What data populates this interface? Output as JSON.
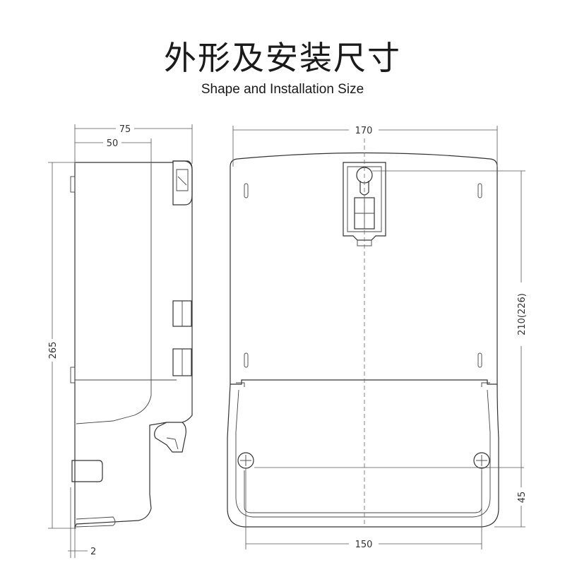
{
  "title": "外形及安装尺寸",
  "subtitle": "Shape and Installation Size",
  "dimensions": {
    "side_depth_total": "75",
    "side_depth_body": "50",
    "side_height": "265",
    "side_offset": "2",
    "front_width": "170",
    "front_mount_height": "210(226)",
    "front_bottom_spacing": "45",
    "front_hole_spacing": "150"
  },
  "colors": {
    "line": "#333333",
    "text": "#1a1a1a",
    "background": "#ffffff"
  }
}
